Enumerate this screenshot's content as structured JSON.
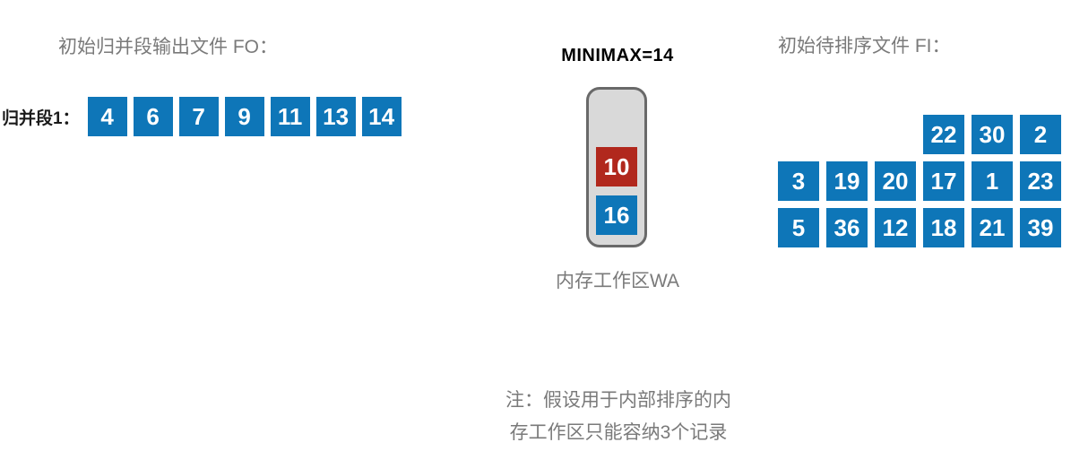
{
  "fo_section": {
    "heading": "初始归并段输出文件 FO：",
    "segment_label": "归并段1：",
    "values": [
      "4",
      "6",
      "7",
      "9",
      "11",
      "13",
      "14"
    ]
  },
  "wa_section": {
    "minimax_label": "MINIMAX=14",
    "upper_box": {
      "value": "10",
      "color_name": "red"
    },
    "lower_box": {
      "value": "16",
      "color_name": "blue"
    },
    "label": "内存工作区WA"
  },
  "fi_section": {
    "heading": "初始待排序文件 FI：",
    "row1": [
      "22",
      "30",
      "2"
    ],
    "row2": [
      "3",
      "19",
      "20",
      "17",
      "1",
      "23"
    ],
    "row3": [
      "5",
      "36",
      "12",
      "18",
      "21",
      "39"
    ]
  },
  "note": {
    "line1": "注：假设用于内部排序的内",
    "line2": "存工作区只能容纳3个记录"
  },
  "colors": {
    "box_blue": "#0e76b8",
    "box_red": "#b1281d",
    "text_gray": "#7a7a7a",
    "text_black": "#1a1a1a",
    "wa_fill": "#d9d9d9",
    "wa_border": "#696969"
  }
}
